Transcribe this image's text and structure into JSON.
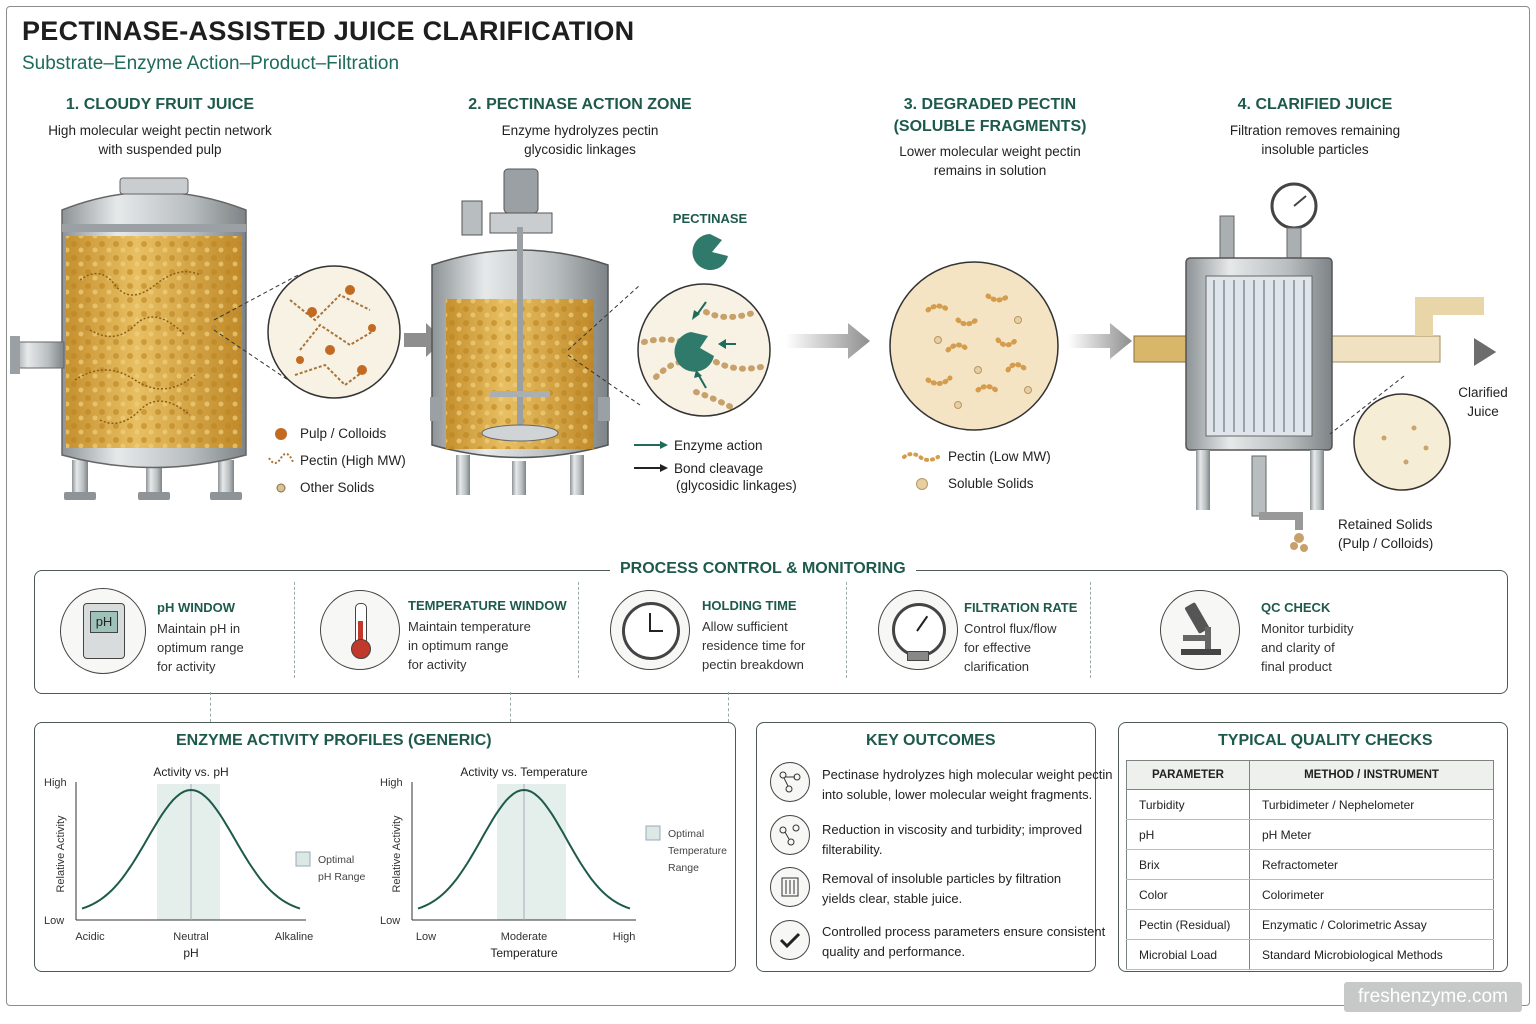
{
  "title": "PECTINASE-ASSISTED JUICE CLARIFICATION",
  "subtitle": "Substrate–Enzyme Action–Product–Filtration",
  "stages": [
    {
      "title": "1. CLOUDY FRUIT JUICE",
      "desc1": "High molecular weight pectin network",
      "desc2": "with suspended pulp"
    },
    {
      "title": "2.  PECTINASE ACTION ZONE",
      "desc1": "Enzyme hydrolyzes pectin",
      "desc2": "glycosidic linkages"
    },
    {
      "title1": "3. DEGRADED PECTIN",
      "title2": "(SOLUBLE FRAGMENTS)",
      "desc1": "Lower molecular weight pectin",
      "desc2": "remains in solution"
    },
    {
      "title": "4.  CLARIFIED JUICE",
      "desc1": "Filtration removes remaining",
      "desc2": "insoluble particles"
    }
  ],
  "legend1": [
    "Pulp / Colloids",
    "Pectin (High MW)",
    "Other Solids"
  ],
  "pectinase_label": "PECTINASE",
  "legend2": {
    "enzyme_action": "Enzyme action",
    "bond1": "Bond cleavage",
    "bond2": "(glycosidic linkages)"
  },
  "legend3": [
    "Pectin (Low MW)",
    "Soluble Solids"
  ],
  "clarified1": "Clarified",
  "clarified2": "Juice",
  "retained1": "Retained Solids",
  "retained2": "(Pulp / Colloids)",
  "process_control": {
    "title": "PROCESS CONTROL & MONITORING",
    "items": [
      {
        "title": "pH  WINDOW",
        "l1": "Maintain pH in",
        "l2": "optimum range",
        "l3": "for activity",
        "icon_text": "pH"
      },
      {
        "title": "TEMPERATURE WINDOW",
        "l1": "Maintain temperature",
        "l2": "in optimum range",
        "l3": "for activity"
      },
      {
        "title": "HOLDING TIME",
        "l1": "Allow sufficient",
        "l2": "residence time for",
        "l3": "pectin breakdown"
      },
      {
        "title": "FILTRATION RATE",
        "l1": "Control flux/flow",
        "l2": "for effective",
        "l3": "clarification"
      },
      {
        "title": "QC CHECK",
        "l1": "Monitor turbidity",
        "l2": "and clarity of",
        "l3": "final product"
      }
    ]
  },
  "activity": {
    "title": "ENZYME ACTIVITY PROFILES (GENERIC)",
    "ph_chart": {
      "title": "Activity vs. pH",
      "ylabel": "Relative Activity",
      "xlabel": "pH",
      "high": "High",
      "low": "Low",
      "ticks": [
        "Acidic",
        "Neutral",
        "Alkaline"
      ],
      "legend1": "Optimal",
      "legend2": "pH Range"
    },
    "temp_chart": {
      "title": "Activity vs. Temperature",
      "ylabel": "Relative Activity",
      "xlabel": "Temperature",
      "high": "High",
      "low": "Low",
      "ticks": [
        "Low",
        "Moderate",
        "High"
      ],
      "legend1": "Optimal",
      "legend2": "Temperature",
      "legend3": "Range"
    }
  },
  "chart_data": [
    {
      "type": "line",
      "title": "Activity vs. pH",
      "xlabel": "pH",
      "ylabel": "Relative Activity",
      "x_categories": [
        "Acidic",
        "Neutral",
        "Alkaline"
      ],
      "y_categories": [
        "Low",
        "High"
      ],
      "curve": "bell",
      "peak_x": "Neutral",
      "optimal_range": "around Neutral"
    },
    {
      "type": "line",
      "title": "Activity vs. Temperature",
      "xlabel": "Temperature",
      "ylabel": "Relative Activity",
      "x_categories": [
        "Low",
        "Moderate",
        "High"
      ],
      "y_categories": [
        "Low",
        "High"
      ],
      "curve": "bell",
      "peak_x": "Moderate",
      "optimal_range": "around Moderate"
    }
  ],
  "outcomes": {
    "title": "KEY OUTCOMES",
    "items": [
      {
        "l1": "Pectinase hydrolyzes high molecular weight pectin",
        "l2": "into soluble, lower molecular weight fragments."
      },
      {
        "l1": "Reduction in viscosity and turbidity; improved",
        "l2": "filterability."
      },
      {
        "l1": "Removal of insoluble particles by filtration",
        "l2": "yields clear, stable juice."
      },
      {
        "l1": "Controlled process parameters ensure consistent",
        "l2": "quality and performance."
      }
    ]
  },
  "quality": {
    "title": "TYPICAL QUALITY CHECKS",
    "headers": [
      "PARAMETER",
      "METHOD / INSTRUMENT"
    ],
    "rows": [
      [
        "Turbidity",
        "Turbidimeter / Nephelometer"
      ],
      [
        "pH",
        "pH Meter"
      ],
      [
        "Brix",
        "Refractometer"
      ],
      [
        "Color",
        "Colorimeter"
      ],
      [
        "Pectin (Residual)",
        "Enzymatic / Colorimetric Assay"
      ],
      [
        "Microbial Load",
        "Standard Microbiological Methods"
      ]
    ]
  },
  "watermark": "freshenzyme.com",
  "colors": {
    "accent": "#1d5a4b",
    "juice": "#d9a94a",
    "enzyme": "#2f7a6a"
  }
}
